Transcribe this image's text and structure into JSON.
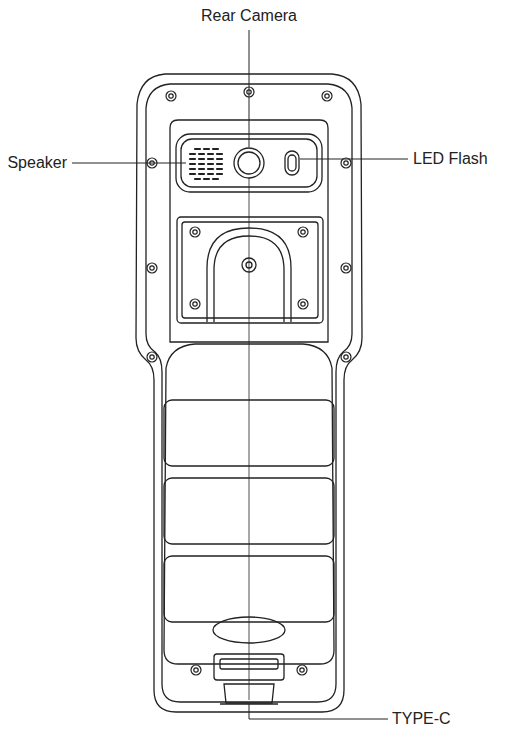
{
  "diagram": {
    "labels": [
      "Rear Camera",
      "Speaker",
      "LED Flash",
      "TYPE-C"
    ]
  }
}
